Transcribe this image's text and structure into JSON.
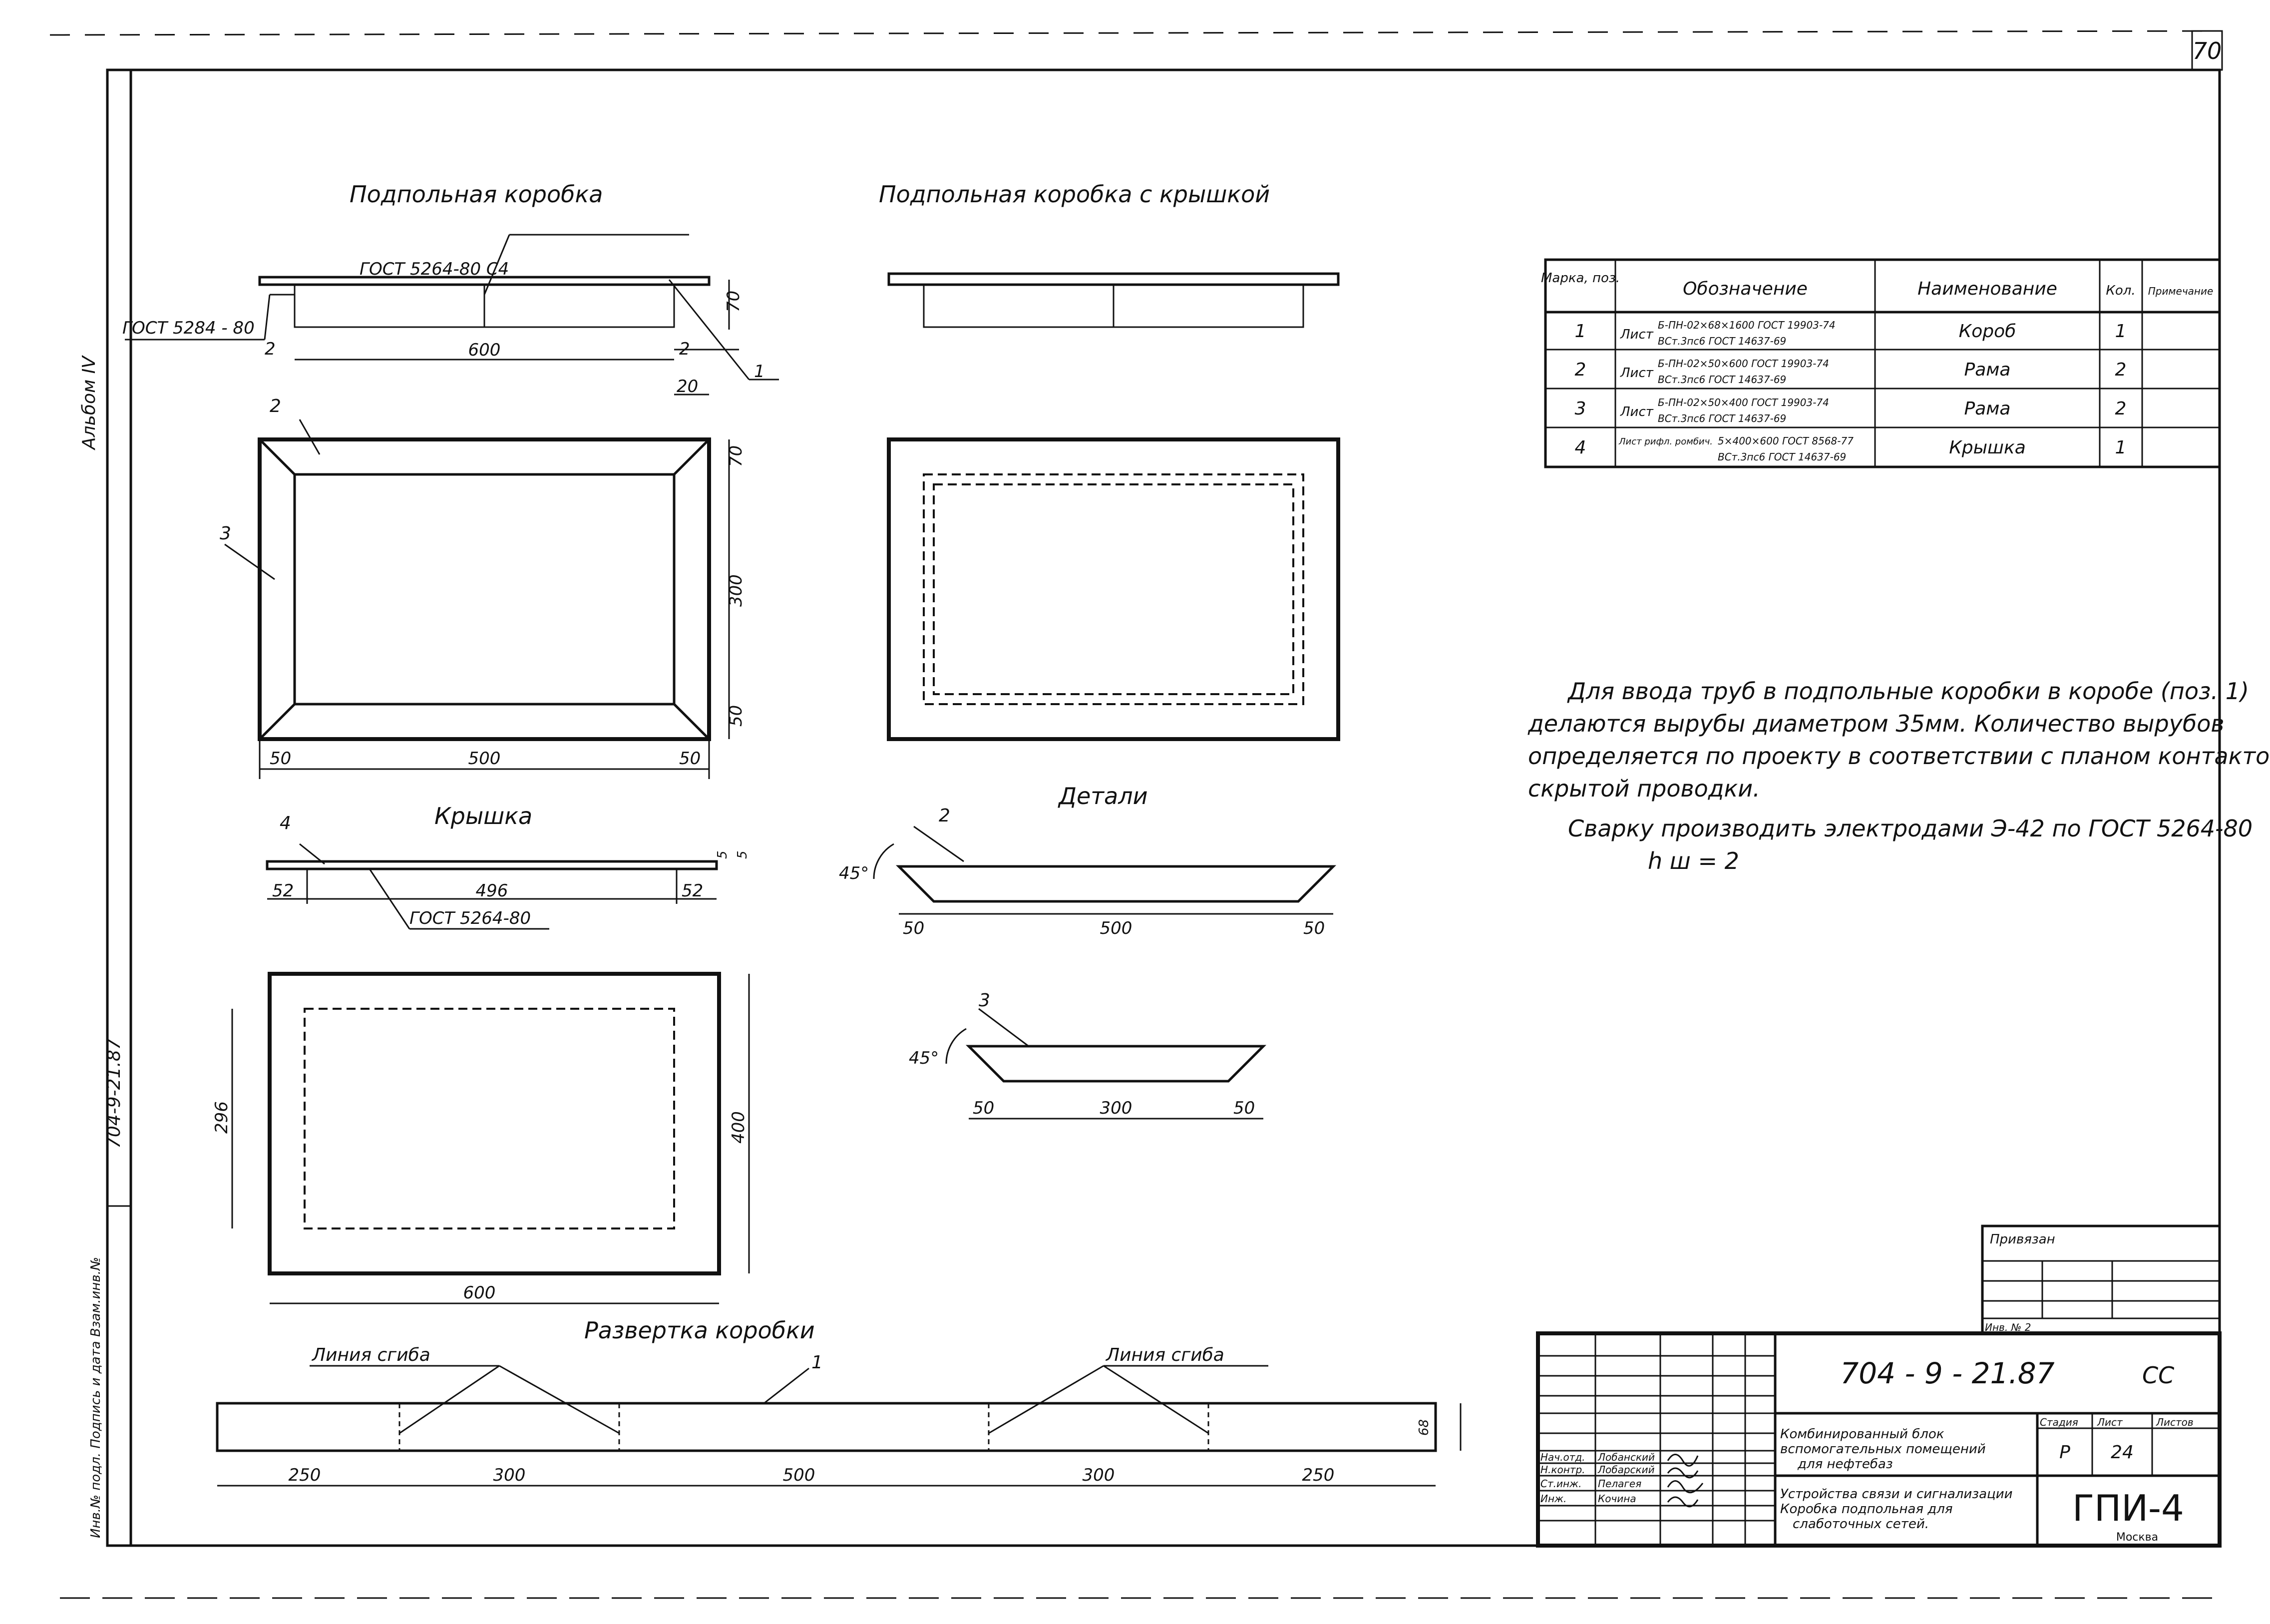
{
  "sheet_number": "70",
  "album_label": "Альбом IV",
  "side_code": "704-9-21.87",
  "titles": {
    "box": "Подпольная коробка",
    "box_lid": "Подпольная коробка с крышкой",
    "lid": "Крышка",
    "details": "Детали",
    "unfold": "Развертка коробки"
  },
  "box_view": {
    "gost_top": "ГОСТ 5264-80 С4",
    "gost_left": "ГОСТ 5284 - 80",
    "dim_2a": "2",
    "dim_2b": "2",
    "dim_600": "600",
    "dim_70": "70",
    "dim_20": "20",
    "dim_1": "1",
    "pos2": "2",
    "pos3": "3",
    "plan_70": "70",
    "plan_300": "300",
    "plan_50v": "50",
    "plan_50a": "50",
    "plan_500": "500",
    "plan_50b": "50"
  },
  "lid_view": {
    "pos4": "4",
    "dim_52a": "52",
    "dim_496": "496",
    "dim_52b": "52",
    "dim_5a": "5",
    "dim_5b": "5",
    "gost": "ГОСТ 5264-80",
    "dim_296": "296",
    "dim_400": "400",
    "dim_600": "600"
  },
  "details": {
    "pos2": "2",
    "angle1": "45°",
    "d2_50a": "50",
    "d2_500": "500",
    "d2_50b": "50",
    "pos3": "3",
    "angle2": "45°",
    "d3_50a": "50",
    "d3_300": "300",
    "d3_50b": "50"
  },
  "unfold": {
    "bend1": "Линия сгиба",
    "bend2": "Линия сгиба",
    "pos1": "1",
    "dims": [
      "250",
      "300",
      "500",
      "300",
      "250"
    ],
    "height": "68"
  },
  "spec_table": {
    "headers": [
      "Марка, поз.",
      "Обозначение",
      "Наименование",
      "Кол.",
      "Примечание"
    ],
    "rows": [
      {
        "pos": "1",
        "mat": "Лист",
        "top": "Б-ПН-02×68×1600 ГОСТ 19903-74",
        "bot": "ВСт.3пс6 ГОСТ 14637-69",
        "name": "Короб",
        "qty": "1"
      },
      {
        "pos": "2",
        "mat": "Лист",
        "top": "Б-ПН-02×50×600 ГОСТ 19903-74",
        "bot": "ВСт.3пс6 ГОСТ 14637-69",
        "name": "Рама",
        "qty": "2"
      },
      {
        "pos": "3",
        "mat": "Лист",
        "top": "Б-ПН-02×50×400 ГОСТ 19903-74",
        "bot": "ВСт.3пс6 ГОСТ 14637-69",
        "name": "Рама",
        "qty": "2"
      },
      {
        "pos": "4",
        "mat": "Лист рифл. ромбич.",
        "top": "5×400×600 ГОСТ 8568-77",
        "bot": "ВСт.3пс6 ГОСТ 14637-69",
        "name": "Крышка",
        "qty": "1"
      }
    ]
  },
  "notes": [
    "Для ввода труб в подпольные коробки в коробе (поз. 1)",
    "делаются вырубы диаметром 35мм. Количество вырубов",
    "определяется по проекту в соответствии с планом контактов",
    "скрытой проводки.",
    "Сварку производить электродами Э-42 по ГОСТ 5264-80",
    "h ш = 2"
  ],
  "stamp": {
    "privyazan": "Привязан",
    "inv": "Инв. № 2",
    "code": "704 - 9 - 21.87",
    "suffix": "СС",
    "project_line1": "Комбинированный блок",
    "project_line2": "вспомогательных помещений",
    "project_line3": "для нефтебаз",
    "sheet_line1": "Устройства связи и сигнализации",
    "sheet_line2": "Коробка подпольная для",
    "sheet_line3": "слаботочных сетей.",
    "h_stage": "Стадия",
    "h_sheet": "Лист",
    "h_sheets": "Листов",
    "stage": "Р",
    "sheet": "24",
    "org": "ГПИ-4",
    "city": "Москва",
    "people": [
      {
        "role": "Нач.отд.",
        "name": "Лобанский"
      },
      {
        "role": "Н.контр.",
        "name": "Лобарский"
      },
      {
        "role": "Ст.инж.",
        "name": "Пелагея"
      },
      {
        "role": "Инж.",
        "name": "Кочина"
      }
    ]
  },
  "side_stamp": "Инв.№ подл. Подпись и дата Взам.инв.№"
}
